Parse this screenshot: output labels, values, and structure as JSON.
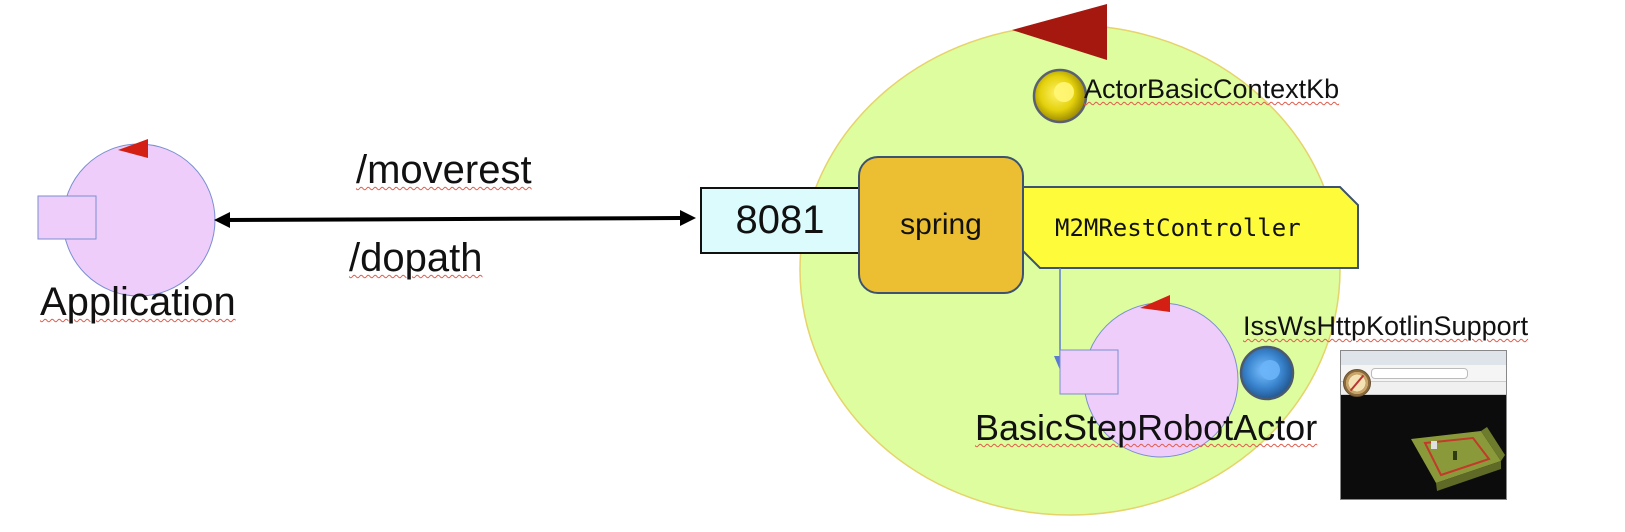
{
  "application": {
    "label": "Application"
  },
  "routes": {
    "top": "/moverest",
    "bottom": "/dopath"
  },
  "server": {
    "port": "8081",
    "framework": "spring",
    "controller": "M2MRestController"
  },
  "context": {
    "label": "ActorBasicContextKb"
  },
  "robot": {
    "label": "BasicStepRobotActor"
  },
  "support": {
    "label": "IssWsHttpKotlinSupport"
  },
  "colors": {
    "actor_fill": "#efcdfb",
    "context_fill": "#ddfd9f",
    "port_fill": "#dcfbfd",
    "spring_fill": "#ebbf31",
    "controller_fill": "#fdfb3a",
    "flag_red": "#a5180f",
    "flag_bright_red": "#d31f14",
    "yellow_ball": "#e4d10c",
    "blue_ball": "#3b86d0"
  }
}
